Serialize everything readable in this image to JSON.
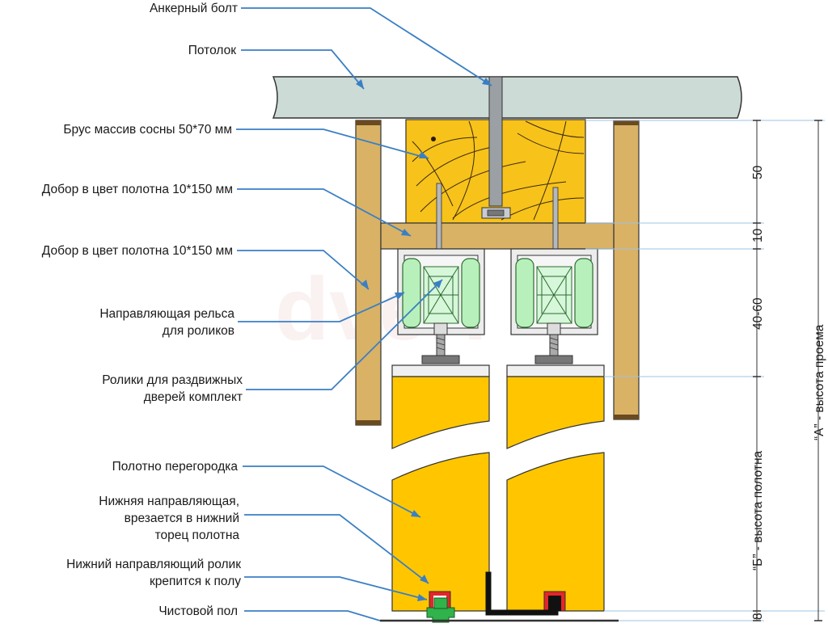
{
  "labels": {
    "anchor_bolt": "Анкерный болт",
    "ceiling": "Потолок",
    "beam": "Брус массив сосны 50*70 мм",
    "trim_1": "Добор в цвет полотна 10*150 мм",
    "trim_2": "Добор в цвет полотна 10*150 мм",
    "rail_line1": "Направляющая рельса",
    "rail_line2": "для роликов",
    "rollers_line1": "Ролики для раздвижных",
    "rollers_line2": "дверей комплект",
    "panel": "Полотно перегородка",
    "bottom_guide_line1": "Нижняя направляющая,",
    "bottom_guide_line2": "врезается в нижний",
    "bottom_guide_line3": "торец полотна",
    "bottom_roller_line1": "Нижний направляющий ролик",
    "bottom_roller_line2": "крепится к полу",
    "floor": "Чистовой пол"
  },
  "dimensions": {
    "d50": "50",
    "d10": "10",
    "d40_60": "40-60",
    "d8": "8",
    "panel_height": "“Б” - высота полотна",
    "opening_height": "“А” - высота проема"
  },
  "watermark": "dveri",
  "colors": {
    "arrow": "#3a7fc4",
    "wood": "#d9b266",
    "panel": "#ffc600",
    "beam": "#f7c21a",
    "roller": "#b8f0bc",
    "ceiling": "#ccdbd6",
    "red": "#e3262a"
  }
}
